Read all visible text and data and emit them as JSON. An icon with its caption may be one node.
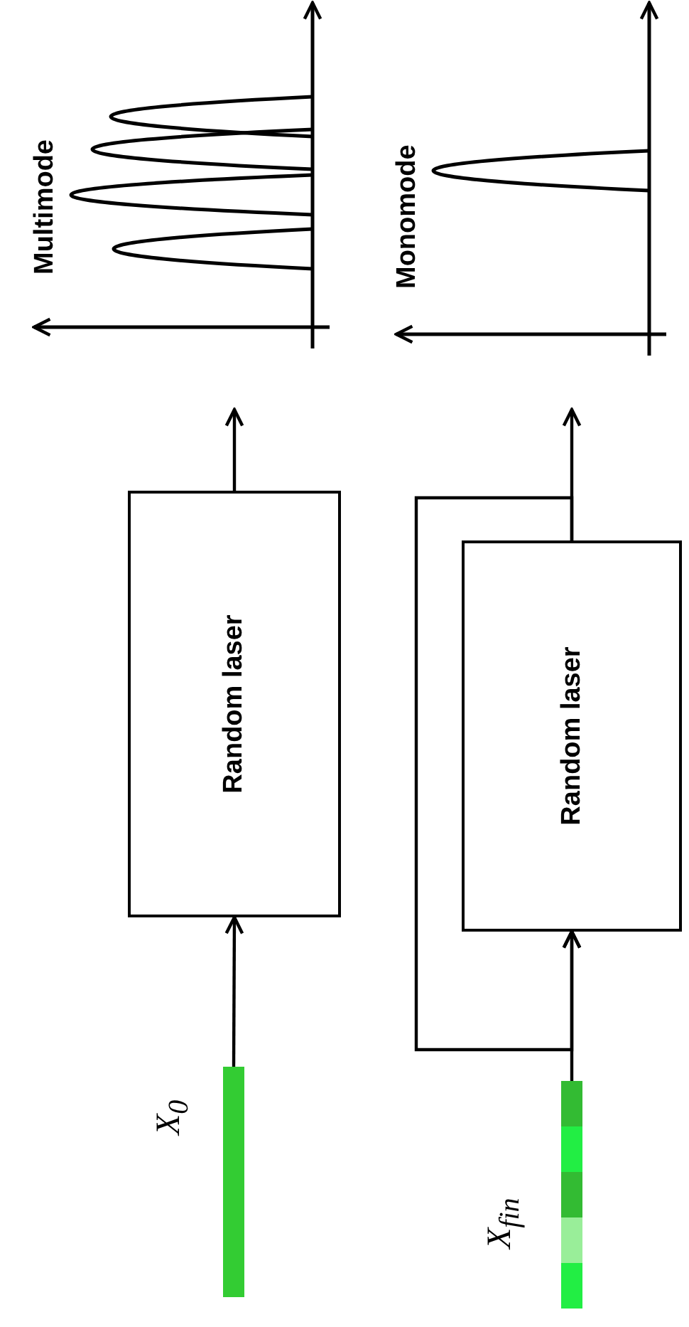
{
  "diagram": {
    "nodes": [
      {
        "text": [
          "X$_{0}$"
        ]
      },
      {
        "text": [
          "Random laser"
        ]
      },
      {
        "text": [
          "Multimode"
        ]
      },
      {
        "text": [
          "X$_{fin}$"
        ]
      },
      {
        "text": [
          "Random laser"
        ]
      },
      {
        "text": [
          "Monomode"
        ]
      }
    ],
    "edges": [
      {
        "from": 0,
        "to": 1,
        "arrow": "to"
      },
      {
        "from": 1,
        "to": 2,
        "arrow": "to"
      },
      {
        "from": 3,
        "to": 4,
        "arrow": "to"
      },
      {
        "from": 4,
        "to": 5,
        "arrow": "to"
      },
      {
        "from": 4,
        "to": 4,
        "arrow": "to"
      }
    ]
  }
}
